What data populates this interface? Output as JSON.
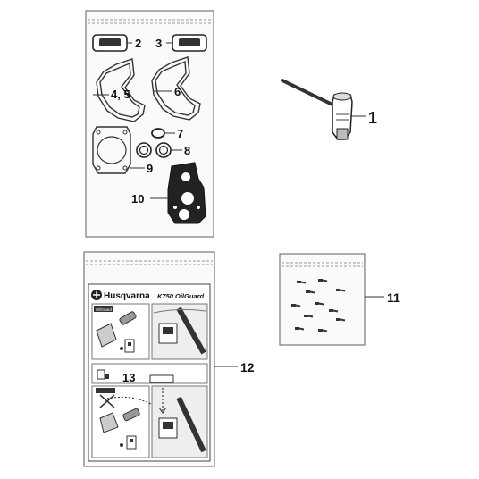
{
  "callouts": {
    "c1": "1",
    "c2": "2",
    "c3": "3",
    "c45": "4, 5",
    "c6": "6",
    "c7": "7",
    "c8": "8",
    "c9": "9",
    "c10": "10",
    "c11": "11",
    "c12": "12",
    "c13": "13"
  },
  "manual": {
    "brand": "Husqvarna",
    "model": "K750 OilGuard",
    "badge": "OilGuard"
  }
}
